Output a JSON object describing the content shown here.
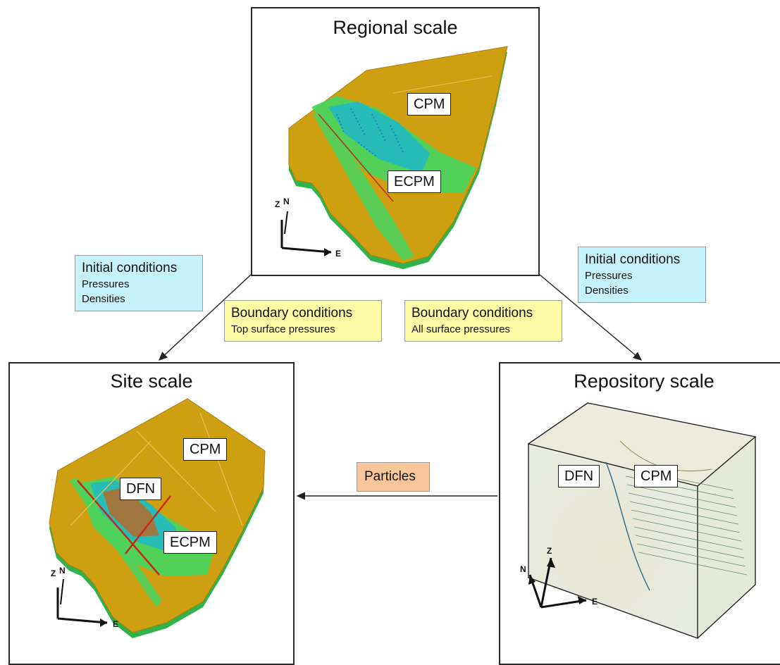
{
  "panels": {
    "regional": {
      "title": "Regional scale",
      "labels": {
        "cpm": "CPM",
        "ecpm": "ECPM"
      }
    },
    "site": {
      "title": "Site scale",
      "labels": {
        "cpm": "CPM",
        "dfn": "DFN",
        "ecpm": "ECPM"
      }
    },
    "repository": {
      "title": "Repository scale",
      "labels": {
        "dfn": "DFN",
        "cpm": "CPM"
      }
    }
  },
  "axes": {
    "z": "Z",
    "n": "N",
    "e": "E"
  },
  "conditions": {
    "initial_left": {
      "heading": "Initial conditions",
      "lines": [
        "Pressures",
        "Densities"
      ]
    },
    "initial_right": {
      "heading": "Initial conditions",
      "lines": [
        "Pressures",
        "Densities"
      ]
    },
    "boundary_left": {
      "heading": "Boundary conditions",
      "lines": [
        "Top surface pressures"
      ]
    },
    "boundary_right": {
      "heading": "Boundary conditions",
      "lines": [
        "All surface pressures"
      ]
    },
    "particles": {
      "heading": "Particles"
    }
  },
  "colors": {
    "rock": "#cf9f12",
    "rock_edge": "#a97f0a",
    "base": "#2fb34a",
    "fracture_green": "#4cd35c",
    "fracture_cyan": "#20b8c8",
    "fault_red": "#c62a1a",
    "cyan_box": "#c6f2fb",
    "yellow_box": "#fdfca6",
    "orange_box": "#f9c69a"
  }
}
